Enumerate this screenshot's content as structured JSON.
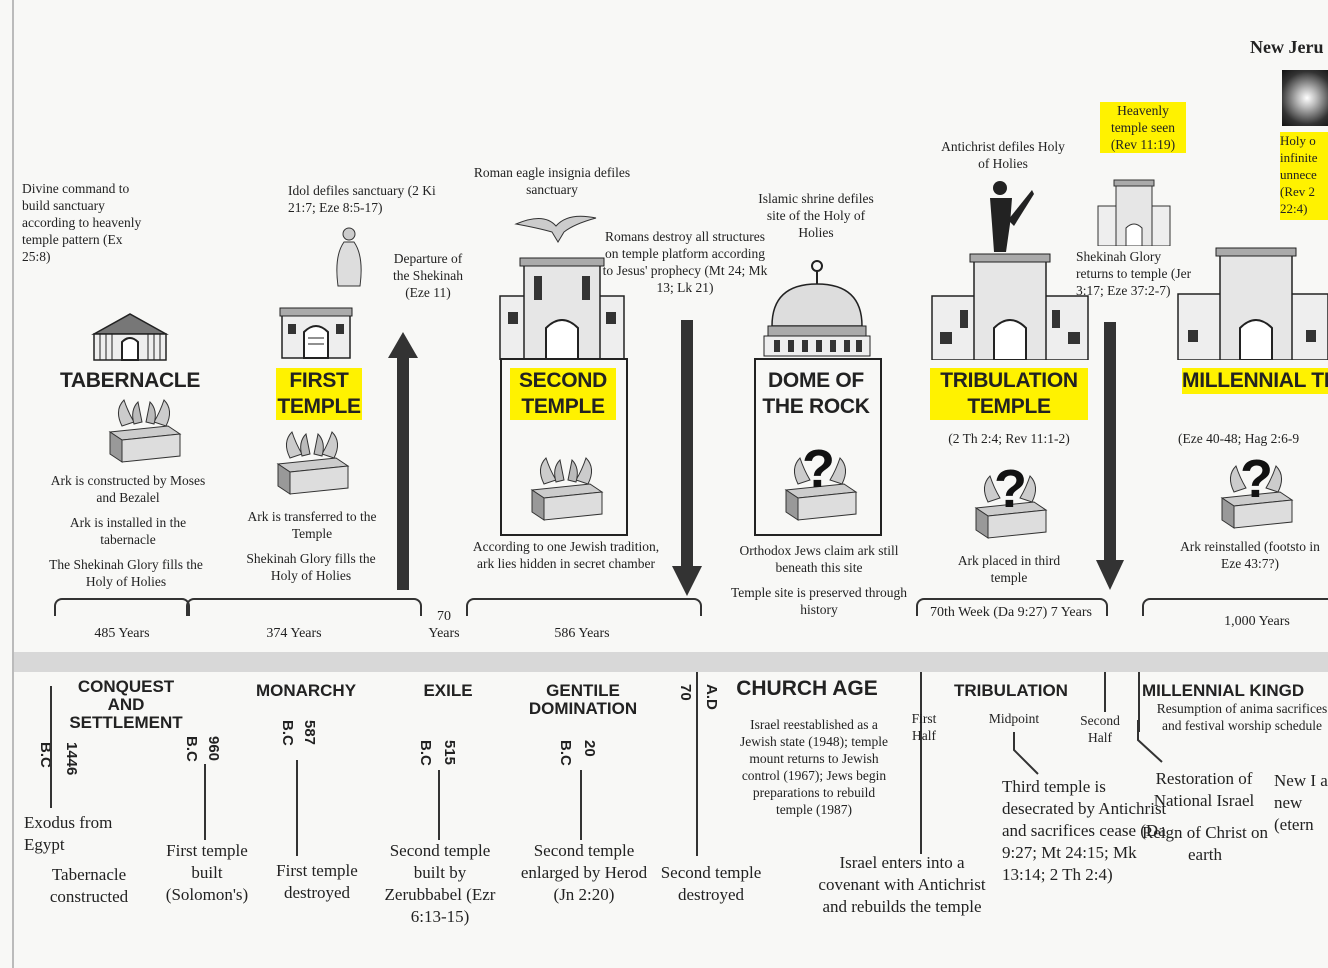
{
  "top_right_heading": "New Jeru",
  "tabernacle": {
    "note": "Divine command to build sanctuary according to heavenly temple pattern (Ex 25:8)",
    "title": "TABERNACLE",
    "ark_1": "Ark is constructed by Moses and Bezalel",
    "ark_2": "Ark is installed in the tabernacle",
    "ark_3": "The Shekinah Glory fills the Holy of Holies"
  },
  "first_temple": {
    "note": "Idol defiles sanctuary (2 Ki 21:7; Eze 8:5-17)",
    "title": "FIRST TEMPLE",
    "ark_1": "Ark is transferred to the Temple",
    "ark_2": "Shekinah Glory fills the Holy of Holies"
  },
  "departure": "Departure of the Shekinah (Eze 11)",
  "second_temple": {
    "note": "Roman eagle insignia defiles sanctuary",
    "title": "SECOND TEMPLE",
    "ark": "According to one Jewish tradition, ark lies hidden in secret chamber"
  },
  "romans_destroy": "Romans destroy all structures on temple platform according to Jesus' prophecy (Mt 24; Mk 13; Lk 21)",
  "dome": {
    "note": "Islamic shrine defiles site of the Holy of Holies",
    "title": "DOME OF THE ROCK",
    "ark_1": "Orthodox Jews claim ark still beneath this site",
    "ark_2": "Temple site is preserved through history"
  },
  "tribulation_temple": {
    "note": "Antichrist defiles Holy of Holies",
    "title": "TRIBULATION TEMPLE",
    "ref": "(2 Th 2:4; Rev 11:1-2)",
    "ark": "Ark placed in third temple"
  },
  "heavenly": {
    "note": "Heavenly temple seen (Rev 11:19)",
    "shekinah": "Shekinah Glory returns to temple (Jer 3:17; Eze 37:2-7)"
  },
  "millennial_temple": {
    "title": "MILLENNIAL TEMPLE",
    "ref": "(Eze 40-48; Hag 2:6-9",
    "ark": "Ark reinstalled (footsto in Eze 43:7?)"
  },
  "holy_partial": "Holy o infinite unnece (Rev 2 22:4)",
  "question_mark": "?",
  "durations": {
    "d485": "485 Years",
    "d374": "374 Years",
    "d70": "70 Years",
    "d586": "586 Years",
    "d70th": "70th Week (Da 9:27) 7 Years",
    "d1000": "1,000 Years"
  },
  "eras": {
    "conquest": "CONQUEST AND SETTLEMENT",
    "monarchy": "MONARCHY",
    "exile": "EXILE",
    "gentile": "GENTILE DOMINATION",
    "church": "CHURCH AGE",
    "tribulation": "TRIBULATION",
    "millennial": "MILLENNIAL KINGD"
  },
  "years": {
    "y1446": "1446",
    "y960": "960",
    "y587": "587",
    "y515": "515",
    "y20": "20",
    "y70": "70",
    "bc": "B.C",
    "ad": "A.D"
  },
  "events": {
    "exodus": "Exodus from Egypt",
    "tabernacle_built": "Tabernacle constructed",
    "first_built": "First temple built (Solomon's)",
    "first_destroyed": "First temple destroyed",
    "second_built": "Second temple built by Zerubbabel (Ezr 6:13-15)",
    "second_enlarged": "Second temple enlarged by Herod (Jn 2:20)",
    "second_destroyed": "Second temple destroyed",
    "israel_reestablished": "Israel reestablished as a Jewish state (1948); temple mount returns to Jewish control (1967); Jews begin preparations to rebuild temple (1987)",
    "first_half": "First Half",
    "midpoint": "Midpoint",
    "second_half": "Second Half",
    "covenant": "Israel enters into a covenant with Antichrist and rebuilds the temple",
    "desecrated": "Third temple is desecrated by Antichrist and sacrifices cease (Da 9:27; Mt 24:15; Mk 13:14; 2 Th 2:4)",
    "resumption": "Resumption of anima sacrifices and festival worship schedule",
    "restoration": "Restoration of National Israel",
    "reign": "Reign of Christ on earth",
    "new_partial": "New I a new (etern"
  },
  "colors": {
    "highlight": "#fff200",
    "band": "#d8d8d8",
    "ink": "#222222"
  }
}
